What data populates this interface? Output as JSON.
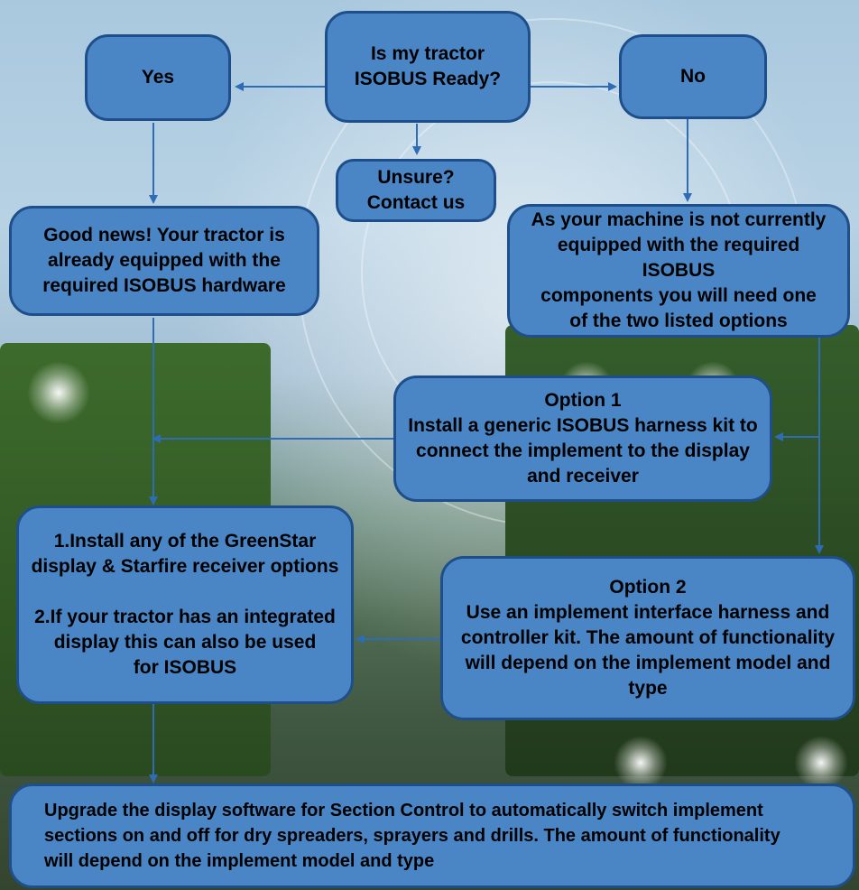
{
  "diagram": {
    "question": "Is my tractor\nISOBUS Ready?",
    "yes": "Yes",
    "no": "No",
    "unsure": "Unsure?\nContact us",
    "good_news": "Good news! Your tractor is\nalready equipped with the\nrequired ISOBUS hardware",
    "not_equipped": "As your machine is not currently\nequipped with the required ISOBUS\ncomponents you will need one\nof the two listed options",
    "option1": "Option 1\nInstall a generic ISOBUS harness kit to\nconnect the implement to the display\nand receiver",
    "option2": "Option 2\nUse an implement interface harness and\ncontroller kit. The amount of functionality\nwill depend on the implement model and\ntype",
    "install_steps": "1.Install any of the GreenStar\ndisplay & Starfire receiver options\n\n2.If your tractor has an integrated\ndisplay this can also be used\nfor ISOBUS",
    "upgrade": "Upgrade the display software for Section Control to automatically switch implement\nsections on and off for dry spreaders, sprayers and drills. The amount of functionality\nwill depend on the implement model and type"
  },
  "colors": {
    "box_fill": "#4a86c5",
    "box_border": "#1f4f8a",
    "arrow": "#2e6db5"
  }
}
